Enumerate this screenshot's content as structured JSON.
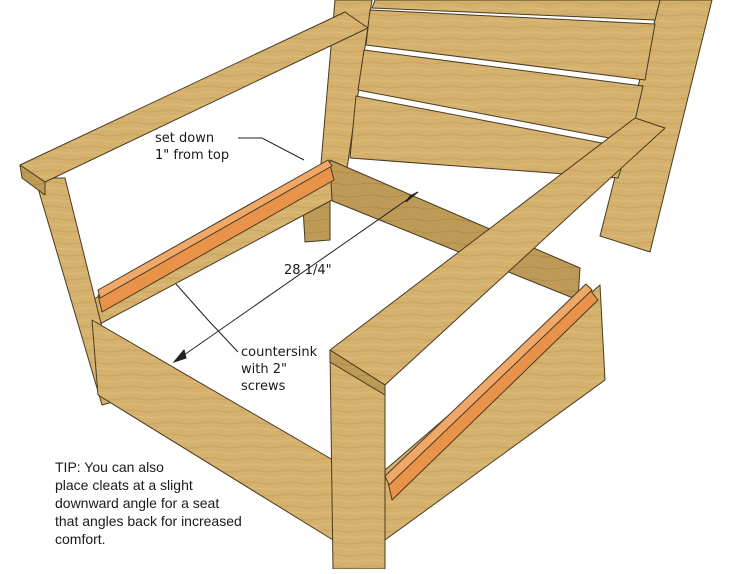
{
  "annotations": {
    "set_down": [
      "set down",
      "1\" from top"
    ],
    "dimension": "28 1/4\"",
    "countersink": [
      "countersink",
      "with 2\"",
      "screws"
    ]
  },
  "tip": [
    "TIP: You can also",
    "place cleats at a slight",
    "downward angle for a seat",
    "that angles back for increased",
    "comfort."
  ],
  "colors": {
    "wood": "#d2b06b",
    "wood_shadow": "#b8964f",
    "wood_light": "#e3c88c",
    "cleat": "#e8924a",
    "outline": "#4a3a22"
  }
}
